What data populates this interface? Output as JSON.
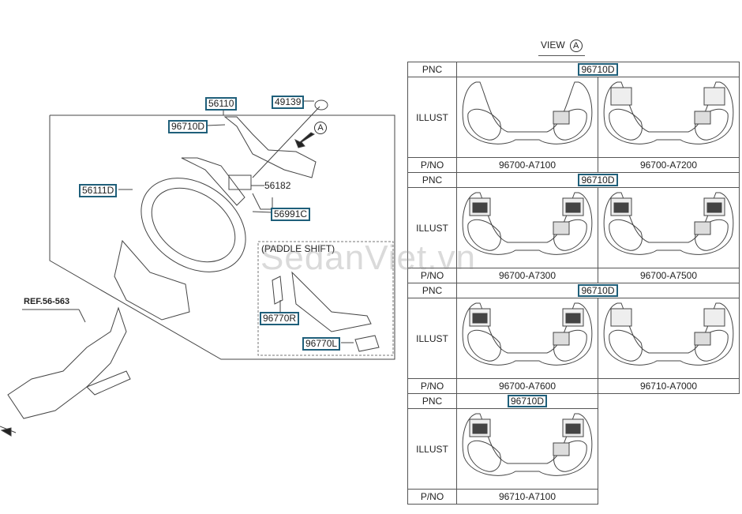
{
  "diagram": {
    "callouts": {
      "c56110": "56110",
      "c49139": "49139",
      "c96710D": "96710D",
      "c56111D": "56111D",
      "c56991C": "56991C",
      "c96770R": "96770R",
      "c96770L": "96770L"
    },
    "plain_labels": {
      "c56182": "56182",
      "ref": "REF.56-563",
      "paddle": "(PADDLE SHIFT)",
      "view_marker": "A"
    }
  },
  "view": {
    "label": "VIEW",
    "marker": "A"
  },
  "table": {
    "row_labels": {
      "pnc": "PNC",
      "illust": "ILLUST",
      "pno": "P/NO"
    },
    "groups": [
      {
        "pnc": "96710D",
        "parts": [
          "96700-A7100",
          "96700-A7200"
        ]
      },
      {
        "pnc": "96710D",
        "parts": [
          "96700-A7300",
          "96700-A7500"
        ]
      },
      {
        "pnc": "96710D",
        "parts": [
          "96700-A7600",
          "96710-A7000"
        ]
      },
      {
        "pnc": "96710D",
        "parts": [
          "96710-A7100"
        ]
      }
    ]
  },
  "watermark": "SedanViet.vn"
}
